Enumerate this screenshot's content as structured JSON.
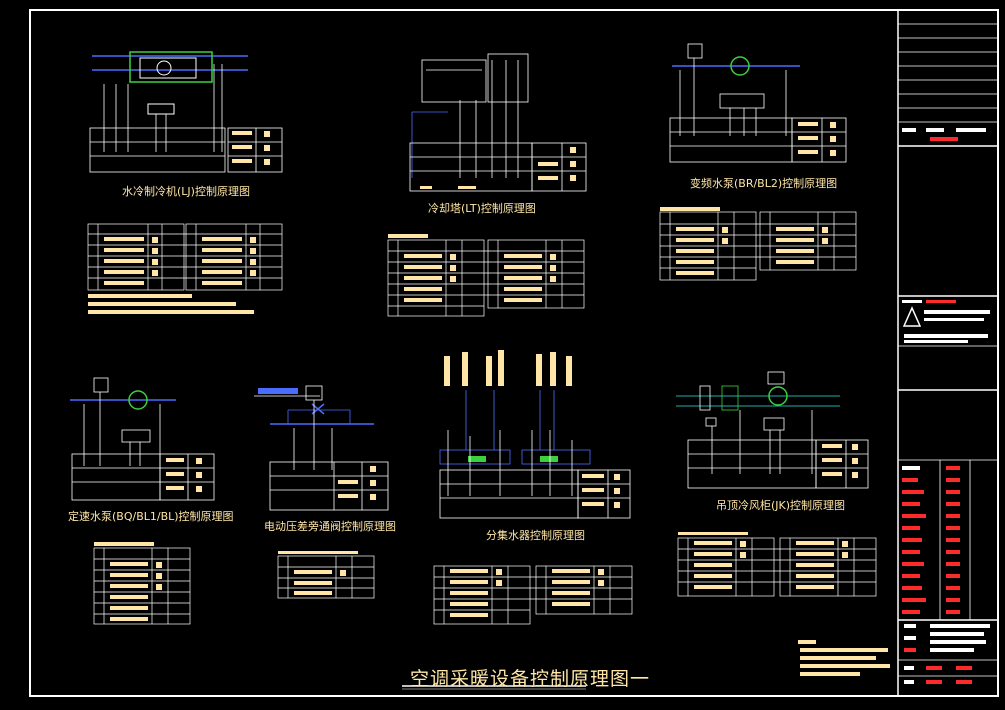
{
  "titles": {
    "chiller": "水冷制冷机(LJ)控制原理图",
    "cooling_tower": "冷却塔(LT)控制原理图",
    "vfd_pump": "变频水泵(BR/BL2)控制原理图",
    "const_pump": "定速水泵(BQ/BL1/BL)控制原理图",
    "bypass_valve": "电动压差旁通阀控制原理图",
    "manifold": "分集水器控制原理图",
    "ceiling_ahu": "吊顶冷风柜(JK)控制原理图",
    "main": "空调采暖设备控制原理图一"
  },
  "colors": {
    "background": "#000000",
    "line": "#ffffff",
    "label": "#ffe6a6",
    "pipe": "#4a6cff",
    "accent_red": "#ff2a2a",
    "accent_green": "#3cd13c",
    "accent_cyan": "#2ee6e6"
  },
  "icons": [
    "pump-icon",
    "valve-icon",
    "sensor-icon",
    "fan-icon",
    "controller-icon"
  ]
}
